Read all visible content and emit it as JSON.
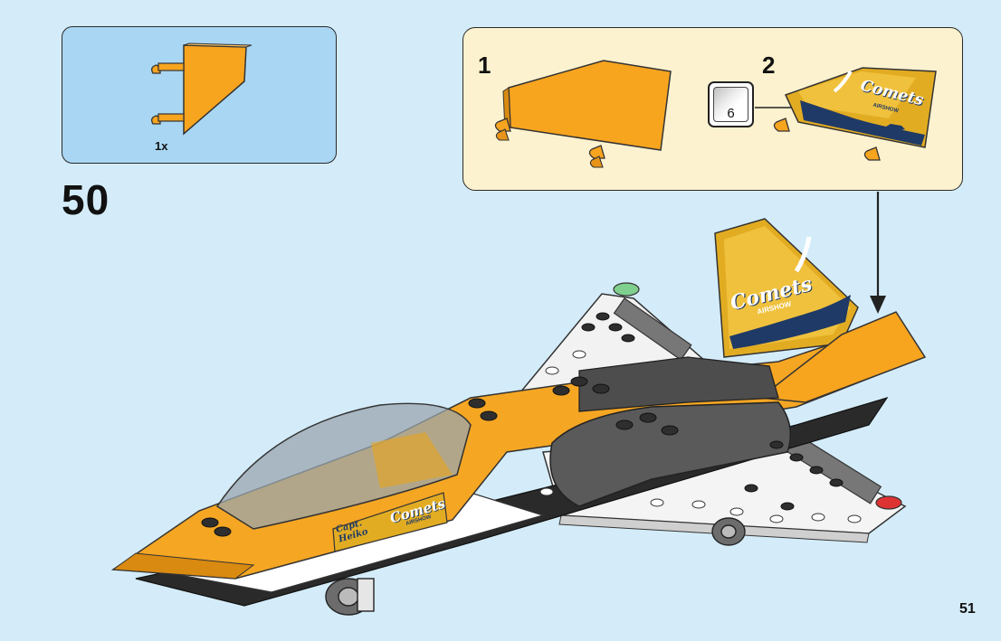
{
  "parts_list": {
    "quantity": "1x"
  },
  "step": {
    "number": "50"
  },
  "sub_steps": [
    {
      "number": "1"
    },
    {
      "number": "2"
    }
  ],
  "sticker": {
    "number": "6"
  },
  "decals": {
    "tail_text": "Comets",
    "tail_subtext": "AIRSHOW",
    "fuselage_pilot": "Capt. Heiko",
    "fuselage_text": "Comets",
    "fuselage_subtext": "AIRSHOW"
  },
  "page": {
    "number": "51"
  },
  "colors": {
    "background": "#d4ecf9",
    "parts_box": "#a9d6f3",
    "callout_box": "#fdf2cf",
    "brick_orange": "#f5a623",
    "decal_yellow": "#e2ac22",
    "decal_navy": "#1f3a66",
    "dark_grey": "#5a5a5a",
    "white": "#ffffff"
  },
  "icons": [
    "tail-fin-piece-icon",
    "sticker-sheet-icon",
    "arrow-down-icon",
    "airplane-model-icon"
  ]
}
